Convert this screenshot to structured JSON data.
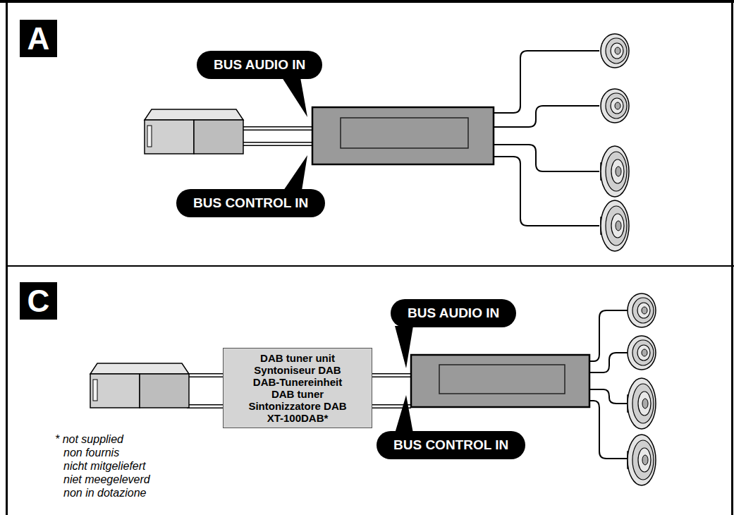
{
  "diagram": {
    "nodes": [
      {
        "text": [
          "A"
        ]
      },
      {
        "text": [
          "BUS AUDIO IN"
        ]
      },
      {
        "text": [
          "BUS CONTROL IN"
        ]
      },
      {
        "text": [
          "C"
        ]
      },
      {
        "text": [
          "DAB tuner unit",
          "Syntoniseur DAB",
          "DAB-Tunereinheit",
          "DAB tuner",
          "Sintonizzatore DAB",
          "XT-100DAB*"
        ]
      },
      {
        "text": [
          "BUS AUDIO IN"
        ]
      },
      {
        "text": [
          "BUS CONTROL IN"
        ]
      }
    ],
    "labels": [
      "* not supplied",
      "non fournis",
      "nicht mitgeliefert",
      "niet meegeleverd",
      "non in dotazione"
    ]
  }
}
